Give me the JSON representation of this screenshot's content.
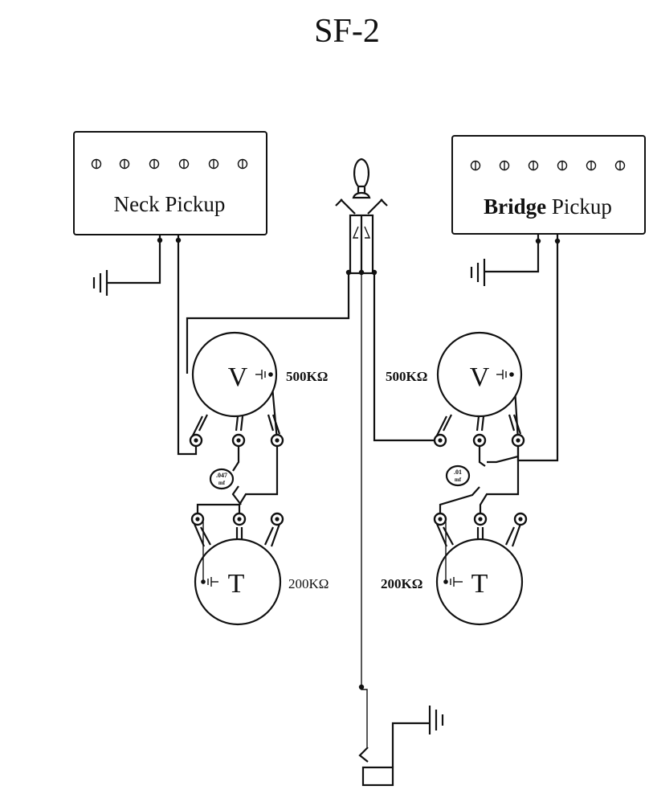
{
  "title": "SF-2",
  "neck_pickup": {
    "label": "Neck Pickup",
    "pole_count": 6
  },
  "bridge_pickup": {
    "label_bold": "Bridge",
    "label_rest": " Pickup",
    "pole_count": 6
  },
  "neck_volume": {
    "letter": "V",
    "value": "500KΩ"
  },
  "neck_tone": {
    "letter": "T",
    "value": "200KΩ"
  },
  "bridge_volume": {
    "letter": "V",
    "value": "500KΩ"
  },
  "bridge_tone": {
    "letter": "T",
    "value": "200KΩ"
  },
  "neck_cap": {
    "line1": ".047",
    "line2": "mf"
  },
  "bridge_cap": {
    "line1": ".01",
    "line2": "mf"
  }
}
